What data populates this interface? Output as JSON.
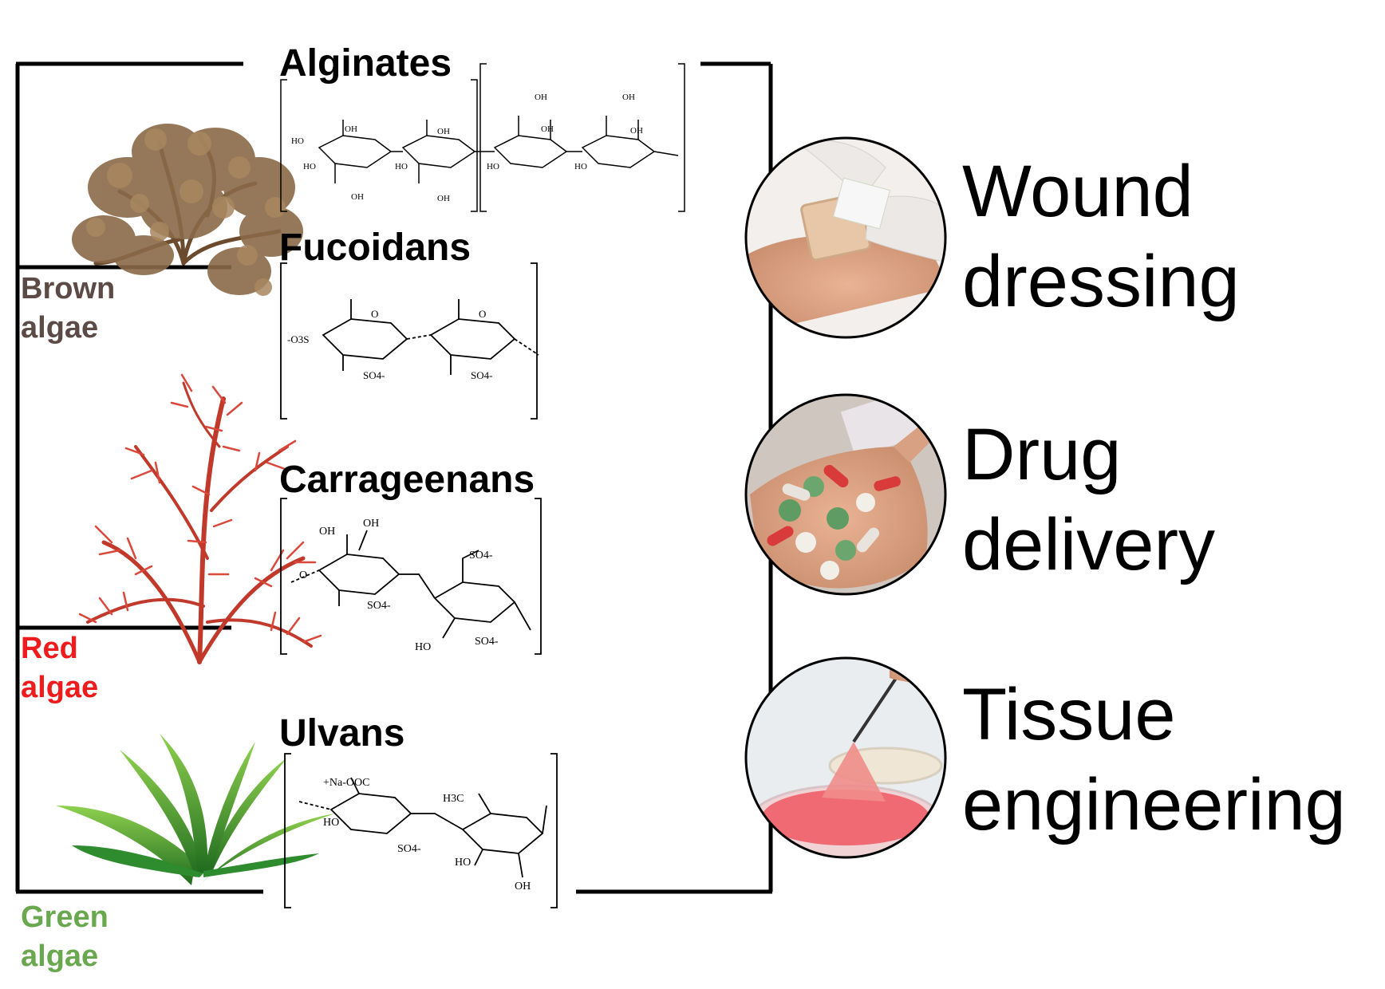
{
  "polysaccharides": {
    "alginates": "Alginates",
    "fucoidans": "Fucoidans",
    "carrageenans": "Carrageenans",
    "ulvans": "Ulvans"
  },
  "algae": {
    "brown": {
      "line1": "Brown",
      "line2": "algae",
      "color": "#5b4a45"
    },
    "red": {
      "line1": "Red",
      "line2": "algae",
      "color": "#ee1c1c"
    },
    "green": {
      "line1": "Green",
      "line2": "algae",
      "color": "#6aa84f"
    }
  },
  "applications": {
    "wound": {
      "line1": "Wound",
      "line2": "dressing"
    },
    "drug": {
      "line1": "Drug",
      "line2": "delivery"
    },
    "tissue": {
      "line1": "Tissue",
      "line2": "engineering"
    }
  },
  "structures": {
    "oh": "OH",
    "ho": "HO",
    "o": "O",
    "so4": "SO4-",
    "o3s": "-O3S",
    "ulvan_carboxylate": "+Na-OOC",
    "ulvan_methyl": "H3C"
  },
  "icons": [
    "brown-seaweed-icon",
    "red-seaweed-icon",
    "green-seaweed-icon",
    "wound-dressing-photo-icon",
    "pills-hand-photo-icon",
    "tissue-petri-dish-photo-icon"
  ]
}
